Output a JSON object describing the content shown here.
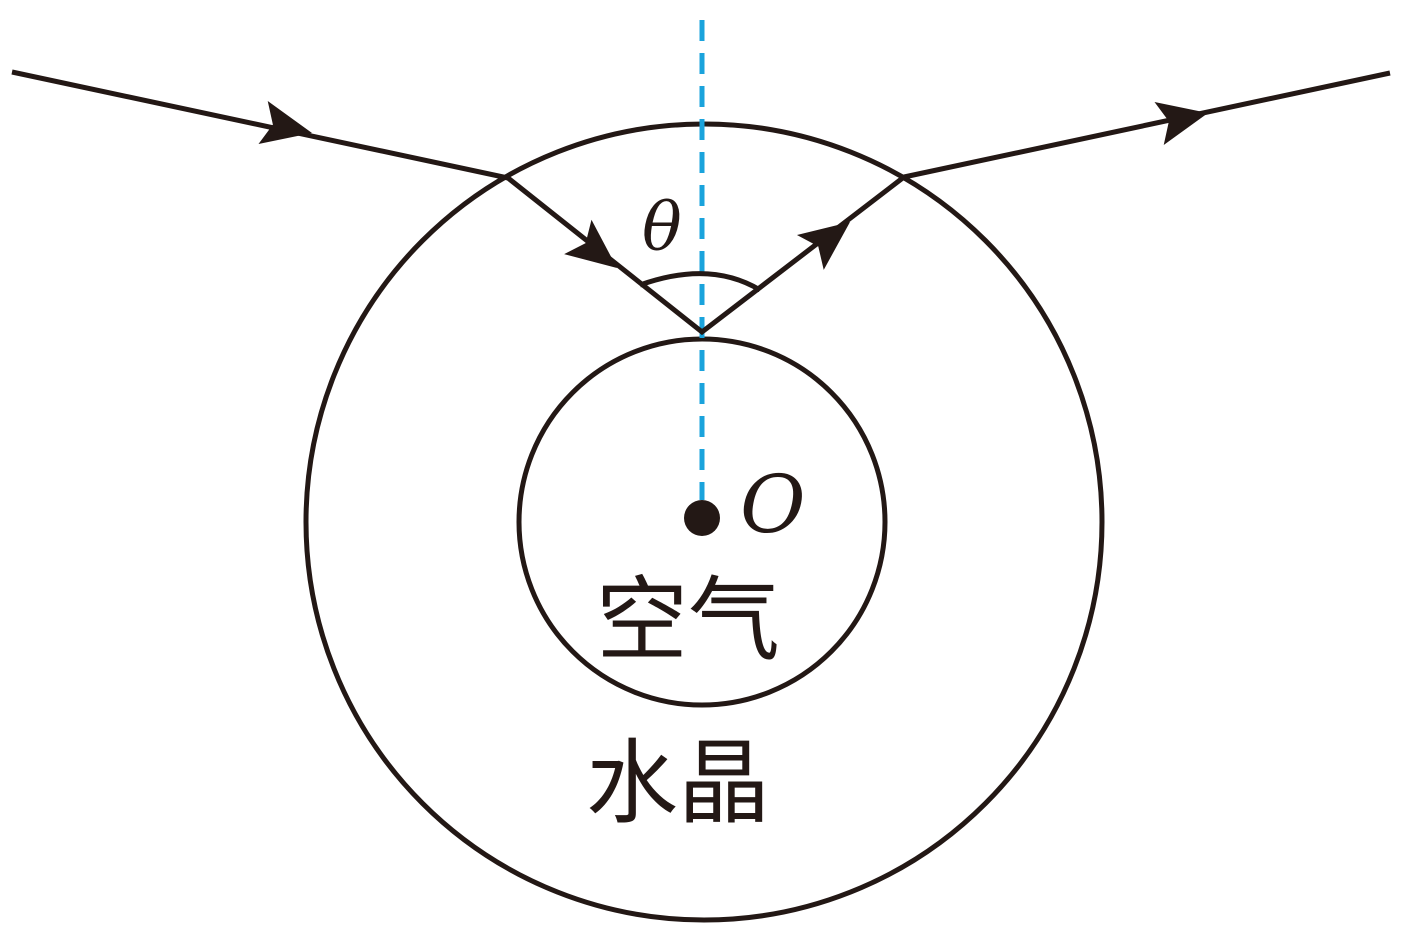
{
  "labels": {
    "angle": "θ",
    "center": "O",
    "inner_medium": "空气",
    "outer_medium": "水晶"
  },
  "colors": {
    "line": "#231815",
    "normal_line": "#1aa3dc",
    "background": "#ffffff"
  }
}
